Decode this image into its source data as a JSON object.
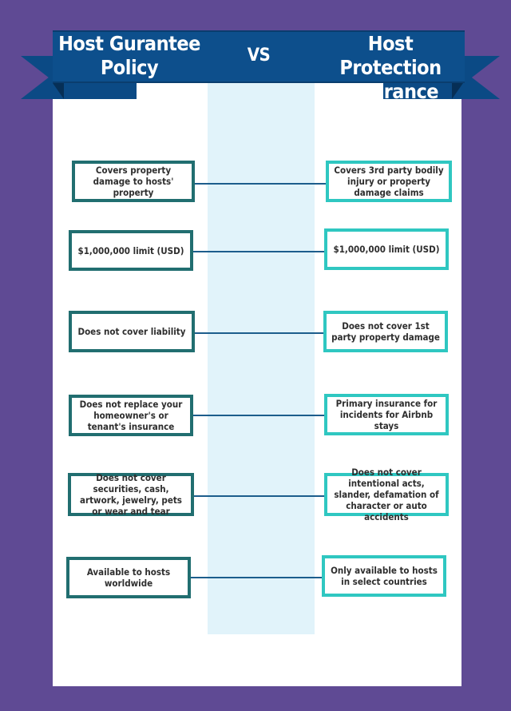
{
  "header": {
    "left_title_line1": "Host Gurantee",
    "left_title_line2": "Policy",
    "vs": "VS",
    "right_title_line1": "Host Protection",
    "right_title_line2": "Insurance"
  },
  "rows": [
    {
      "left": "Covers property damage to hosts' property",
      "right": "Covers 3rd party bodily injury or property damage claims"
    },
    {
      "left": "$1,000,000 limit (USD)",
      "right": "$1,000,000 limit (USD)"
    },
    {
      "left": "Does not cover liability",
      "right": "Does not cover 1st party property damage"
    },
    {
      "left": "Does not replace your homeowner's or tenant's insurance",
      "right": "Primary insurance for incidents for Airbnb stays"
    },
    {
      "left": "Does not cover securities, cash, artwork, jewelry, pets or wear and tear",
      "right": "Does not cover intentional acts, slander, defamation of character or auto accidents"
    },
    {
      "left": "Available to hosts worldwide",
      "right": "Only available to hosts in select countries"
    }
  ],
  "colors": {
    "background": "#5f4a94",
    "ribbon": "#0d4f8c",
    "left_border": "#216e70",
    "right_border": "#2fc7c1",
    "center_band": "#e1f3fa",
    "connector": "#1c5d8c"
  }
}
